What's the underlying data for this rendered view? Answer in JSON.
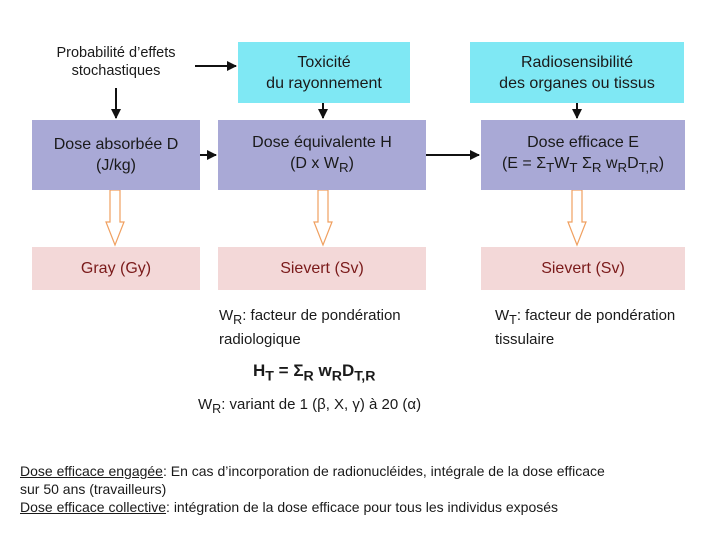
{
  "top": {
    "stochastic_line1": "Probabilité d’effets",
    "stochastic_line2": "stochastiques",
    "toxicity_line1": "Toxicité",
    "toxicity_line2": "du rayonnement",
    "radiosens_line1": "Radiosensibilité",
    "radiosens_line2": "des organes ou tissus"
  },
  "middle": {
    "absorbed_line1": "Dose absorbée D",
    "absorbed_line2": "(J/kg)",
    "equivalent_line1": "Dose équivalente H",
    "equivalent_open": "(D x W",
    "equivalent_sub": "R",
    "equivalent_close": ")",
    "effective_line1": "Dose efficace E",
    "effective_formula": {
      "p1": "(E = ",
      "sigma1": "Σ",
      "sub1": "T",
      "p2": "W",
      "sub2": "T",
      "p3": " ",
      "sigma2": "Σ",
      "sub3": "R",
      "p4": " w",
      "sub4": "R",
      "p5": "D",
      "sub5": "T,R",
      "p6": ")"
    }
  },
  "units": {
    "gray": "Gray (Gy)",
    "sievert_equivalent": "Sievert (Sv)",
    "sievert_effective": "Sievert (Sv)"
  },
  "notes": {
    "wr_sym": "W",
    "wr_sub": "R",
    "wr_text_line1": ": facteur de pondération",
    "wr_text_line2": "radiologique",
    "wt_sym": "W",
    "wt_sub": "T",
    "wt_text_line1": ": facteur de pondération",
    "wt_text_line2": "tissulaire",
    "ht": {
      "h": "H",
      "h_sub": "T",
      "eq": " = ",
      "sigma": "Σ",
      "sigma_sub": "R",
      "w": " w",
      "w_sub": "R",
      "d": "D",
      "d_sub": "T,R"
    },
    "variant": {
      "w": "W",
      "w_sub": "R",
      "text": ": variant de 1 (β, Χ, γ) à 20 (α)"
    }
  },
  "footer": {
    "engaged_label": "Dose efficace engagée",
    "engaged_text_line1": ": En cas d’incorporation de radionucléides, intégrale de la dose efficace",
    "engaged_text_line2": "sur 50 ans (travailleurs)",
    "collective_label": "Dose efficace collective",
    "collective_text": ": intégration de la dose efficace pour tous les individus exposés"
  },
  "colors": {
    "cyan_box": "#7fe8f4",
    "lavender_box": "#a9a9d6",
    "pink_box": "#f3d8d8",
    "hollow_arrow": "#f0a060"
  }
}
